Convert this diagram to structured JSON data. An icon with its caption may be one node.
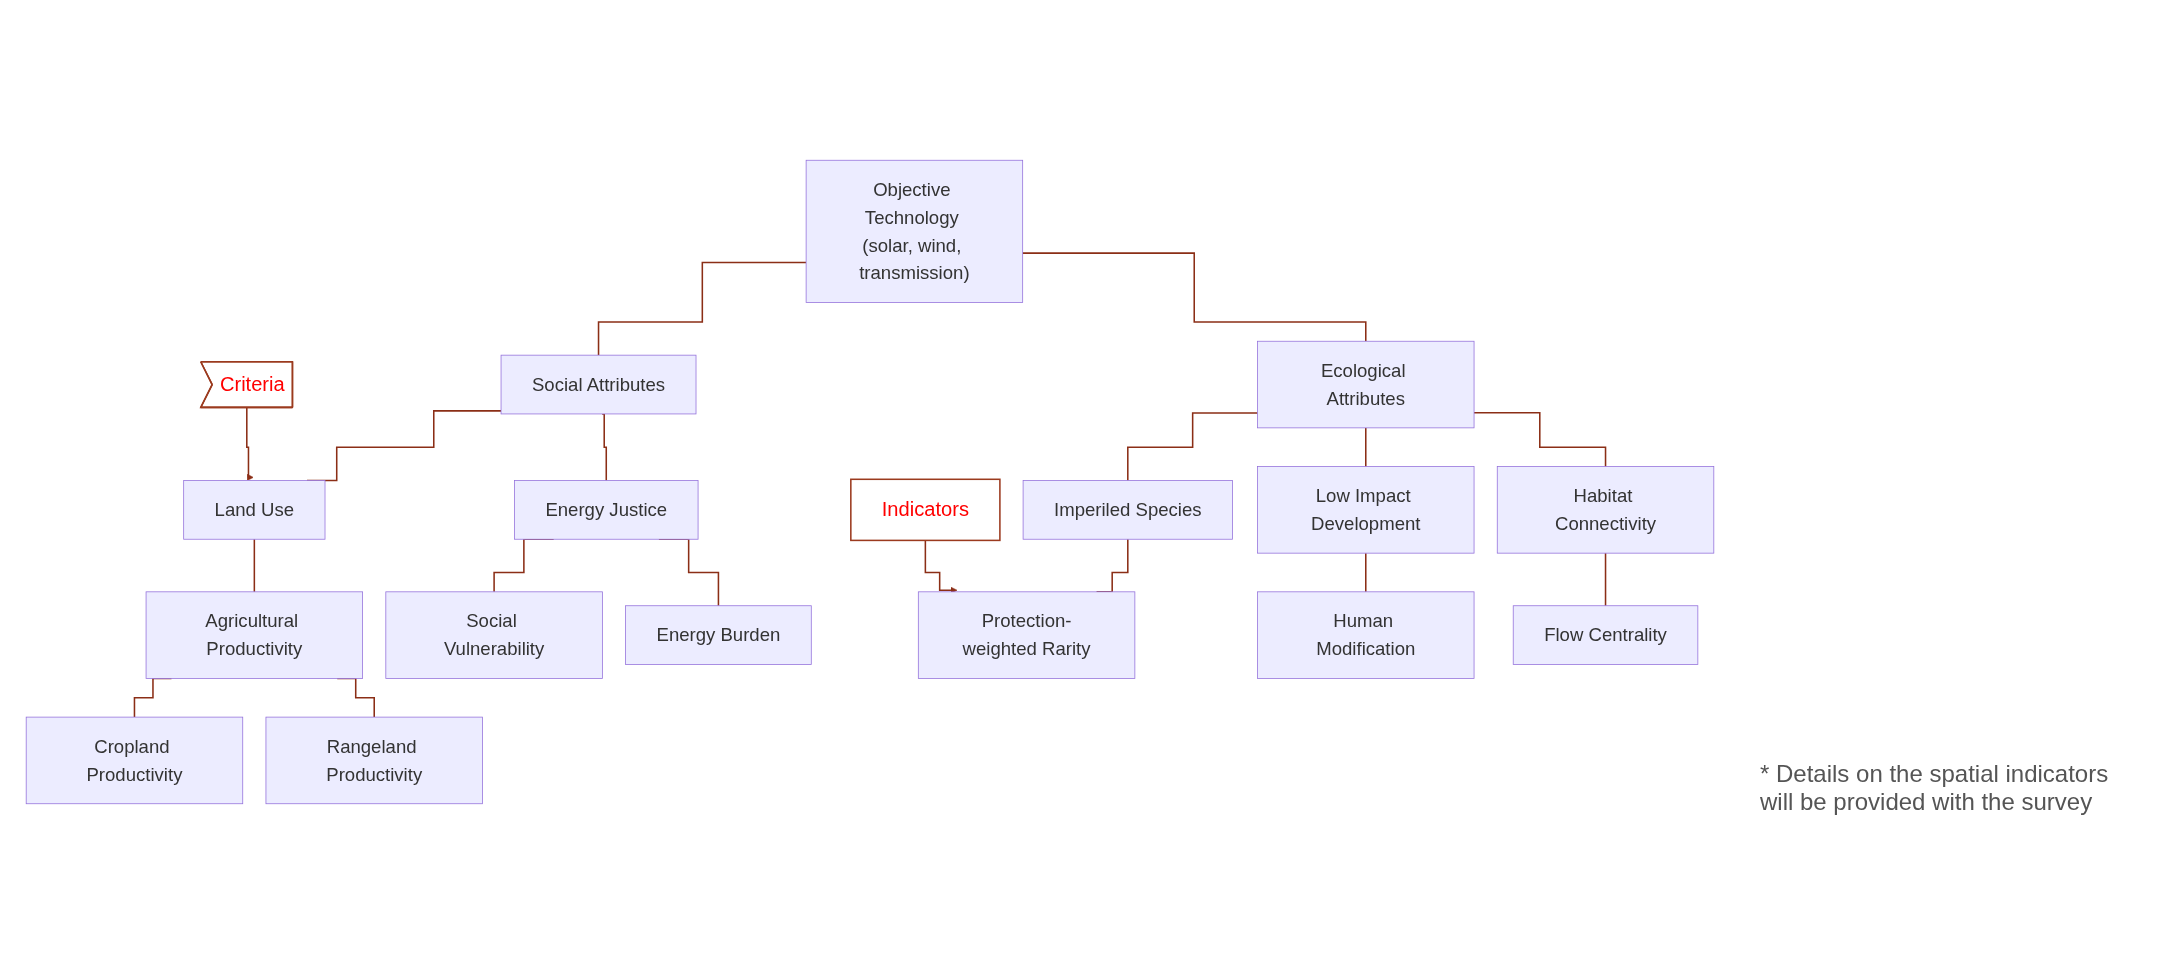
{
  "diagram": {
    "nodes": [
      {
        "text": [
          "Objective Technology (solar, wind, transmission)"
        ]
      },
      {
        "text": [
          "Social Attributes"
        ]
      },
      {
        "text": [
          "Ecological Attributes"
        ]
      },
      {
        "text": [
          "Criteria"
        ]
      },
      {
        "text": [
          "Land Use"
        ]
      },
      {
        "text": [
          "Energy Justice"
        ]
      },
      {
        "text": [
          "Imperiled Species"
        ]
      },
      {
        "text": [
          "Low Impact Development"
        ]
      },
      {
        "text": [
          "Habitat Connectivity"
        ]
      },
      {
        "text": [
          "Agricultural Productivity"
        ]
      },
      {
        "text": [
          "Social Vulnerability"
        ]
      },
      {
        "text": [
          "Energy Burden"
        ]
      },
      {
        "text": [
          "Protection-weighted Rarity"
        ]
      },
      {
        "text": [
          "Human Modification"
        ]
      },
      {
        "text": [
          "Flow Centrality"
        ]
      },
      {
        "text": [
          "Cropland Productivity"
        ]
      },
      {
        "text": [
          "Rangeland Productivity"
        ]
      },
      {
        "text": [
          "Indicators"
        ]
      }
    ],
    "edges": [
      {
        "from": 0,
        "to": 1,
        "arrow": "none"
      },
      {
        "from": 0,
        "to": 2,
        "arrow": "none"
      },
      {
        "from": 1,
        "to": 4,
        "arrow": "none"
      },
      {
        "from": 1,
        "to": 5,
        "arrow": "none"
      },
      {
        "from": 2,
        "to": 6,
        "arrow": "none"
      },
      {
        "from": 2,
        "to": 7,
        "arrow": "none"
      },
      {
        "from": 2,
        "to": 8,
        "arrow": "none"
      },
      {
        "from": 3,
        "to": 4,
        "arrow": "to"
      },
      {
        "from": 4,
        "to": 9,
        "arrow": "none"
      },
      {
        "from": 5,
        "to": 10,
        "arrow": "none"
      },
      {
        "from": 5,
        "to": 11,
        "arrow": "none"
      },
      {
        "from": 6,
        "to": 12,
        "arrow": "none"
      },
      {
        "from": 7,
        "to": 13,
        "arrow": "none"
      },
      {
        "from": 8,
        "to": 14,
        "arrow": "none"
      },
      {
        "from": 9,
        "to": 15,
        "arrow": "none"
      },
      {
        "from": 9,
        "to": 16,
        "arrow": "none"
      },
      {
        "from": 17,
        "to": 12,
        "arrow": "to"
      }
    ],
    "labels": [
      "* Details on the spatial indicators will be provided with the survey"
    ]
  }
}
